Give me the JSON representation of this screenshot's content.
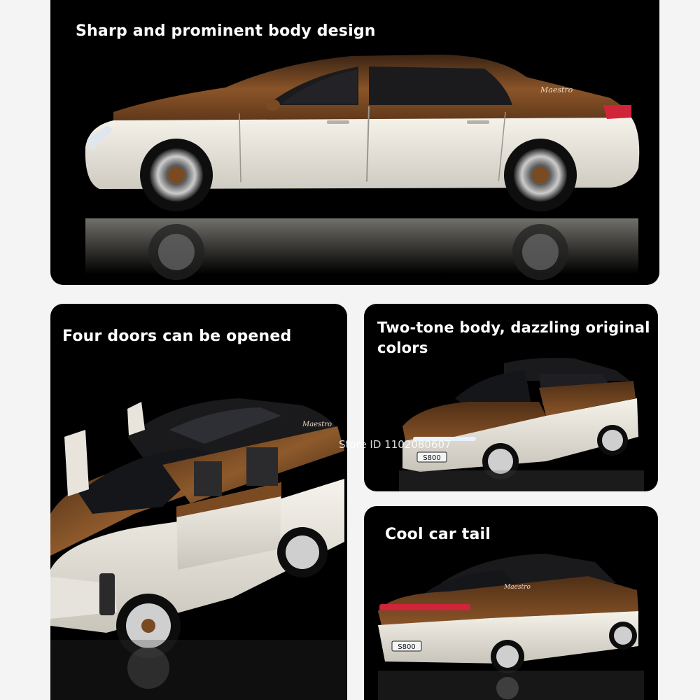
{
  "panels": [
    {
      "caption": "Sharp and prominent body design"
    },
    {
      "caption": "Four doors can be opened"
    },
    {
      "caption": "Two-tone body, dazzling original colors"
    },
    {
      "caption": "Cool car tail"
    }
  ],
  "plates": {
    "front": "S800",
    "rear": "S800"
  },
  "badge": "Maestro",
  "watermark": "Store ID 1102080607",
  "colors": {
    "bronze": "#7a4a22",
    "pearl": "#e9e6dd",
    "background": "#000000",
    "page": "#f4f4f4",
    "taillight": "#d0243a"
  }
}
